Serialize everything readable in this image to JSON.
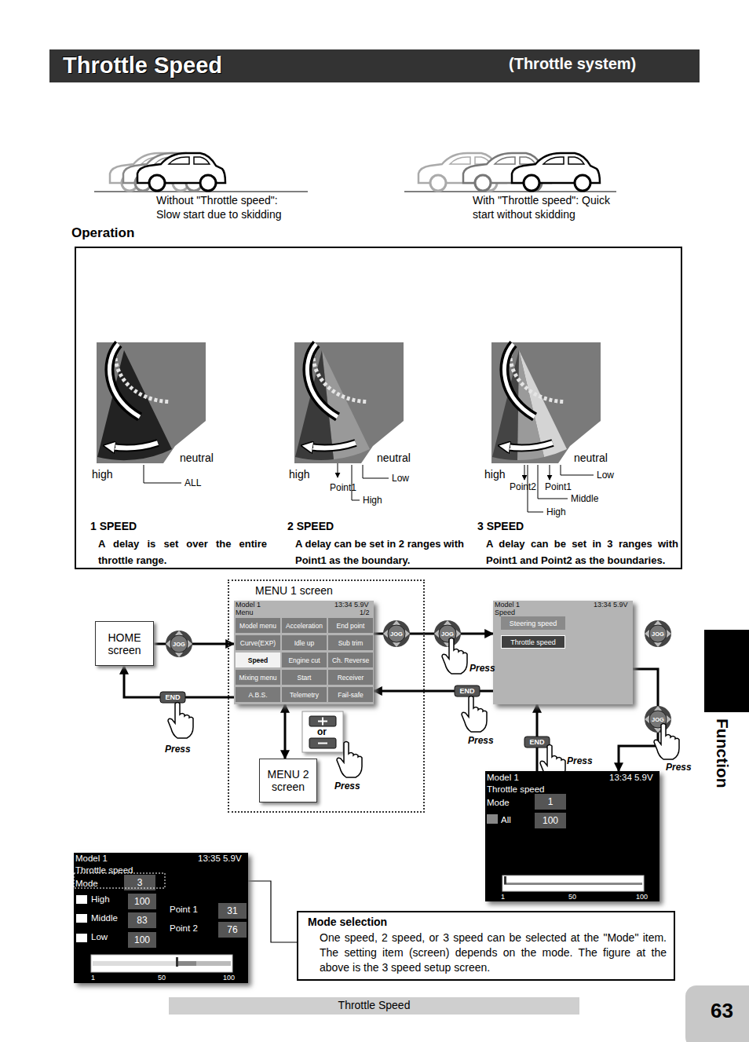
{
  "diagram": {
    "title": "Throttle Speed",
    "nodes": [
      {
        "text": [
          "Operation",
          "1 SPEED",
          "A delay is set over the entire throttle range.",
          "2 SPEED",
          "A delay can be set in 2 ranges with Point1 as the boundary.",
          "3 SPEED",
          "A delay can be set in 3 ranges with Point1 and Point2 as the boundaries."
        ]
      },
      {
        "text": [
          "HOME screen"
        ]
      },
      {
        "text": [
          "MENU 1 screen"
        ]
      },
      {
        "text": [
          "Model 1",
          "13:34 5.9V",
          "Menu",
          "1/2"
        ],
        "in": 2
      },
      {
        "text": [
          "Model menu"
        ],
        "in": 3
      },
      {
        "text": [
          "Acceleration"
        ],
        "in": 3
      },
      {
        "text": [
          "End point"
        ],
        "in": 3
      },
      {
        "text": [
          "Curve(EXP)"
        ],
        "in": 3
      },
      {
        "text": [
          "Idle up"
        ],
        "in": 3
      },
      {
        "text": [
          "Sub trim"
        ],
        "in": 3
      },
      {
        "text": [
          "Speed"
        ],
        "in": 3
      },
      {
        "text": [
          "Engine cut"
        ],
        "in": 3
      },
      {
        "text": [
          "Ch. Reverse"
        ],
        "in": 3
      },
      {
        "text": [
          "Mixing menu"
        ],
        "in": 3
      },
      {
        "text": [
          "Start"
        ],
        "in": 3
      },
      {
        "text": [
          "Receiver"
        ],
        "in": 3
      },
      {
        "text": [
          "A.B.S."
        ],
        "in": 3
      },
      {
        "text": [
          "Telemetry"
        ],
        "in": 3
      },
      {
        "text": [
          "Fail-safe"
        ],
        "in": 3
      },
      {
        "text": [
          "MENU 2 screen"
        ],
        "in": 2
      },
      {
        "text": [
          "Model 1",
          "13:34 5.9V",
          "Speed"
        ]
      },
      {
        "text": [
          "Steering speed"
        ],
        "in": 20
      },
      {
        "text": [
          "Throttle speed"
        ],
        "in": 20
      },
      {
        "text": [
          "Model 1",
          "13:34 5.9V",
          "Throttle speed",
          "Mode",
          "All",
          "1",
          "50",
          "100"
        ]
      },
      {
        "text": [
          "1"
        ],
        "in": 23
      },
      {
        "text": [
          "100"
        ],
        "in": 23
      },
      {
        "text": [
          "Model 1",
          "13:35 5.9V",
          "Throttle speed",
          "Mode",
          "High",
          "Middle",
          "Low",
          "Point 1",
          "Point 2",
          "1",
          "50",
          "100"
        ]
      },
      {
        "text": [
          "3"
        ],
        "in": 26
      },
      {
        "text": [
          "100"
        ],
        "in": 26
      },
      {
        "text": [
          "83"
        ],
        "in": 26
      },
      {
        "text": [
          "100"
        ],
        "in": 26
      },
      {
        "text": [
          "31"
        ],
        "in": 26
      },
      {
        "text": [
          "76"
        ],
        "in": 26
      },
      {
        "text": [
          "Mode selection",
          "One speed, 2 speed, or 3 speed can be selected at the \"Mode\" item. The setting item (screen) depends on the mode. The figure at the above is the 3 speed setup screen."
        ]
      }
    ],
    "edges": [
      {
        "from": 1,
        "to": 3,
        "arrow": "to"
      },
      {
        "from": 3,
        "to": 1,
        "arrow": "to"
      },
      {
        "from": 3,
        "to": 19,
        "arrow": "both"
      },
      {
        "from": 3,
        "to": 20,
        "arrow": "to"
      },
      {
        "from": 20,
        "to": 3,
        "arrow": "to"
      },
      {
        "from": 20,
        "to": 23,
        "arrow": "to"
      },
      {
        "from": 23,
        "to": 20,
        "arrow": "to"
      },
      {
        "from": 33,
        "to": 27,
        "arrow": "none"
      }
    ],
    "labels": [
      "(Throttle system)",
      "Without \"Throttle speed\": Slow start due to skidding",
      "With \"Throttle speed\": Quick start without skidding",
      "neutral",
      "high",
      "ALL",
      "neutral",
      "high",
      "Low",
      "Point1",
      "High",
      "neutral",
      "high",
      "Low",
      "Point2",
      "Point1",
      "Middle",
      "High",
      "JOG",
      "END",
      "Press",
      "JOG",
      "JOG",
      "Press",
      "or",
      "Press",
      "END",
      "Press",
      "JOG",
      "END",
      "Press",
      "JOG",
      "Press",
      "Function",
      "Throttle Speed",
      "63"
    ]
  }
}
